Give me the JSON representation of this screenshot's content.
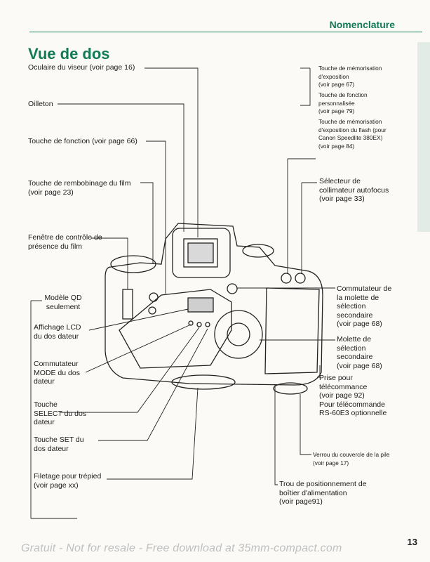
{
  "header": {
    "section": "Nomenclature",
    "title": "Vue de dos"
  },
  "labels_left": [
    "Oculaire du viseur (voir page 16)",
    "Oilleton",
    "Touche de fonction (voir page 66)",
    "Touche de rembobinage du film\n(voir page 23)",
    "Fenêtre de contrôle de\nprésence du film",
    "Modèle QD\nseulement",
    "Affichage LCD\ndu dos dateur",
    "Commutateur\nMODE du dos\ndateur",
    "Touche\nSELECT du dos\ndateur",
    "Touche SET du\ndos dateur",
    "Filetage pour trépied\n(voir page xx)"
  ],
  "labels_right_top": [
    "Touche de mémorisation\nd'exposition\n(voir page 67)",
    "Touche de fonction\npersonnalisée\n(voir page 79)",
    "Touche de mémorisation\nd'exposition du flash (pour\nCanon Speedlite 380EX)\n(voir page 84)"
  ],
  "labels_right": [
    "Sélecteur de\ncollimateur autofocus\n(voir page 33)",
    "Commutateur de\nla molette de\nsélection\nsecondaire\n(voir page 68)",
    "Molette de\nsélection\nsecondaire\n(voir page 68)",
    "Prise pour\ntélécommance\n(voir page 92)\nPour télécommande\nRS-60E3 optionnelle"
  ],
  "labels_bottom": [
    "Verrou du couvercle de la pile\n(voir page 17)",
    "Trou de positionnement de\nboîtier d'alimentation\n(voir page91)"
  ],
  "page_number": "13",
  "footer": "Gratuit - Not for resale - Free download at 35mm-compact.com"
}
